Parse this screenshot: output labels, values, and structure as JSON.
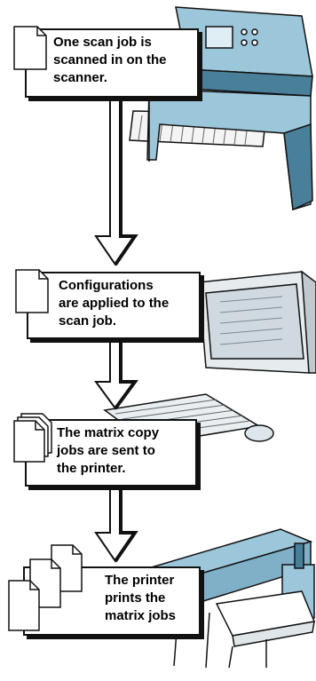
{
  "steps": [
    {
      "id": "scan",
      "text_lines": [
        "One scan job is",
        "scanned in on the",
        "scanner."
      ],
      "icon": "document-icon",
      "device": "scanner"
    },
    {
      "id": "configure",
      "text_lines": [
        "Configurations",
        "are applied to the",
        "scan job."
      ],
      "icon": "document-icon",
      "device": "workstation"
    },
    {
      "id": "send",
      "text_lines": [
        "The matrix copy",
        "jobs are sent to",
        "the printer."
      ],
      "icon": "document-stack-icon",
      "device": "printer-controller"
    },
    {
      "id": "print",
      "text_lines": [
        "The printer",
        "prints the",
        "matrix jobs"
      ],
      "icon": "multiple-documents-icon",
      "device": "wide-format-printer"
    }
  ],
  "colors": {
    "line": "#111111",
    "device_fill": "#9cc6da",
    "device_dark": "#4a7f99",
    "paper": "#ffffff"
  }
}
